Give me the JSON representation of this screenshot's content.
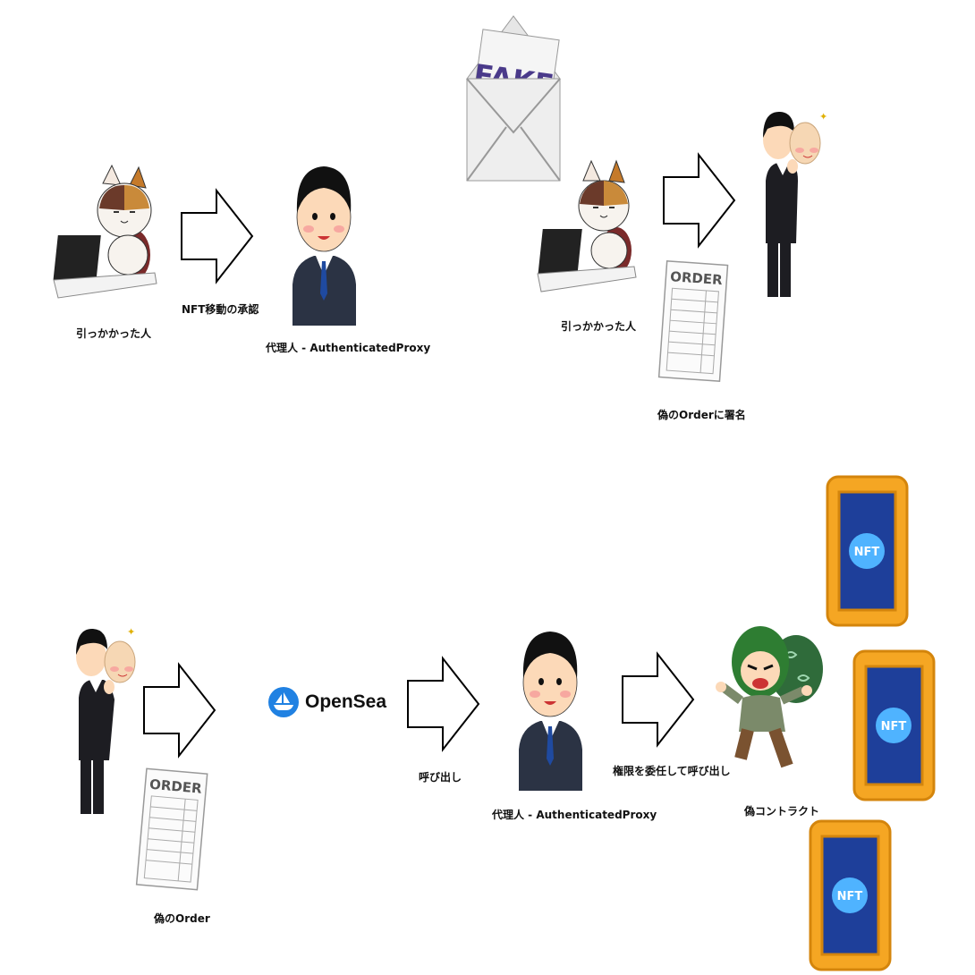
{
  "labels": {
    "victim_top": "引っかかった人",
    "approve": "NFT移動の承認",
    "proxy_top": "代理人 - AuthenticatedProxy",
    "victim_right": "引っかかった人",
    "sign_fake": "偽のOrderに署名",
    "fake_order": "偽のOrder",
    "call": "呼び出し",
    "proxy_bottom": "代理人 - AuthenticatedProxy",
    "delegate_call": "権限を委任して呼び出し",
    "fake_contract": "偽コントラクト"
  },
  "images": {
    "fake_mail": "FAKE",
    "order_doc": "ORDER",
    "opensea_logo": "OpenSea",
    "nft_badge": "NFT"
  }
}
